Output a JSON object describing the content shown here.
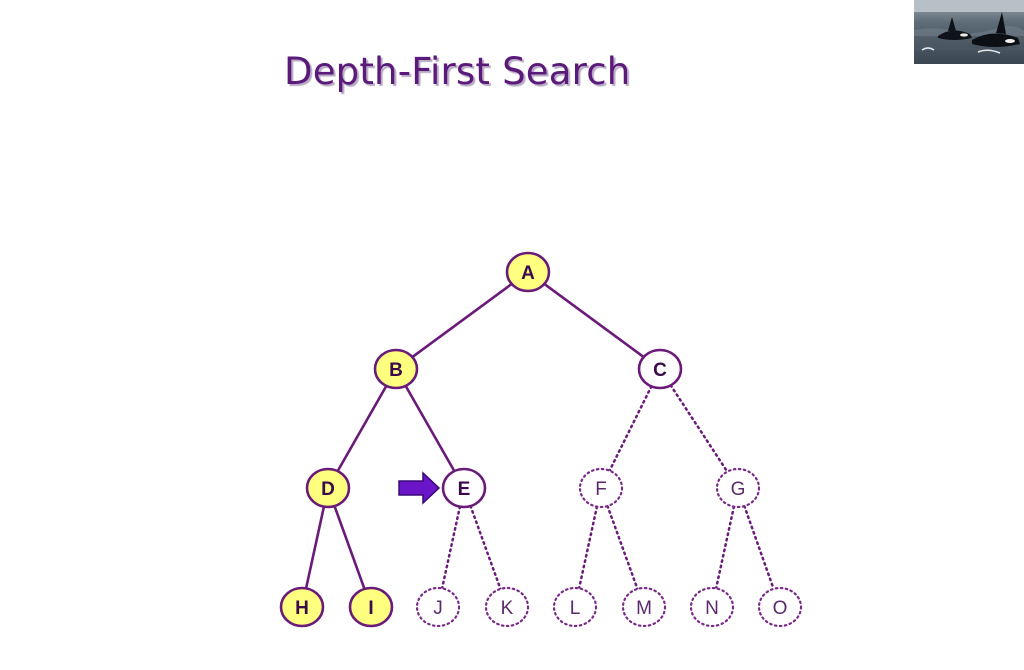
{
  "title": "Depth-First Search",
  "colors": {
    "title": "#5a1a7a",
    "edge": "#6a1a78",
    "visited_fill": "#ffff7f",
    "frontier_fill": "#ffffff",
    "unvisited_stroke": "#7a2a88",
    "arrow": "#6a16c8"
  },
  "tree": {
    "nodes": [
      {
        "id": "A",
        "label": "A",
        "state": "visited"
      },
      {
        "id": "B",
        "label": "B",
        "state": "visited"
      },
      {
        "id": "C",
        "label": "C",
        "state": "frontier"
      },
      {
        "id": "D",
        "label": "D",
        "state": "visited"
      },
      {
        "id": "E",
        "label": "E",
        "state": "frontier"
      },
      {
        "id": "F",
        "label": "F",
        "state": "unvisited"
      },
      {
        "id": "G",
        "label": "G",
        "state": "unvisited"
      },
      {
        "id": "H",
        "label": "H",
        "state": "visited"
      },
      {
        "id": "I",
        "label": "I",
        "state": "visited"
      },
      {
        "id": "J",
        "label": "J",
        "state": "unvisited"
      },
      {
        "id": "K",
        "label": "K",
        "state": "unvisited"
      },
      {
        "id": "L",
        "label": "L",
        "state": "unvisited"
      },
      {
        "id": "M",
        "label": "M",
        "state": "unvisited"
      },
      {
        "id": "N",
        "label": "N",
        "state": "unvisited"
      },
      {
        "id": "O",
        "label": "O",
        "state": "unvisited"
      }
    ],
    "edges": [
      {
        "from": "A",
        "to": "B",
        "style": "solid"
      },
      {
        "from": "A",
        "to": "C",
        "style": "solid"
      },
      {
        "from": "B",
        "to": "D",
        "style": "solid"
      },
      {
        "from": "B",
        "to": "E",
        "style": "solid"
      },
      {
        "from": "C",
        "to": "F",
        "style": "dotted"
      },
      {
        "from": "C",
        "to": "G",
        "style": "dotted"
      },
      {
        "from": "D",
        "to": "H",
        "style": "solid"
      },
      {
        "from": "D",
        "to": "I",
        "style": "solid"
      },
      {
        "from": "E",
        "to": "J",
        "style": "dotted"
      },
      {
        "from": "E",
        "to": "K",
        "style": "dotted"
      },
      {
        "from": "F",
        "to": "L",
        "style": "dotted"
      },
      {
        "from": "F",
        "to": "M",
        "style": "dotted"
      },
      {
        "from": "G",
        "to": "N",
        "style": "dotted"
      },
      {
        "from": "G",
        "to": "O",
        "style": "dotted"
      }
    ],
    "current": "E"
  },
  "icons": {
    "pointer": "right-arrow-icon",
    "photo": "orca-photo"
  }
}
